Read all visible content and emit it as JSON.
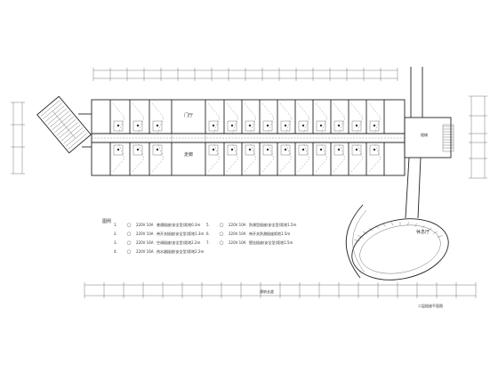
{
  "plan": {
    "room_labels": {
      "left_stair": "走廊",
      "center_hall": "门厅",
      "lounge": "休息厅",
      "stair_right": "楼梯"
    },
    "legend": {
      "title": "图例",
      "items": [
        {
          "no": "1.",
          "rating": "220V 10A",
          "desc": "普通插座(安全型)距地0.3m"
        },
        {
          "no": "2.",
          "rating": "220V 10A",
          "desc": "带开关插座(安全型)距地1.3m"
        },
        {
          "no": "3.",
          "rating": "220V 16A",
          "desc": "空调插座(安全型)距地2.2m"
        },
        {
          "no": "4.",
          "rating": "220V 16A",
          "desc": "热水器插座(安全型)距地2.2m"
        },
        {
          "no": "5.",
          "rating": "220V 10A",
          "desc": "防溅型插座(安全型)距地1.5m"
        },
        {
          "no": "6.",
          "rating": "220V 10A",
          "desc": "带开关防溅插座距地1.5m"
        },
        {
          "no": "7.",
          "rating": "220V 10A",
          "desc": "壁挂插座(安全型)距地1.5m"
        }
      ]
    },
    "dimension_label": "建筑长度",
    "footer_note": "二层插座平面图"
  }
}
